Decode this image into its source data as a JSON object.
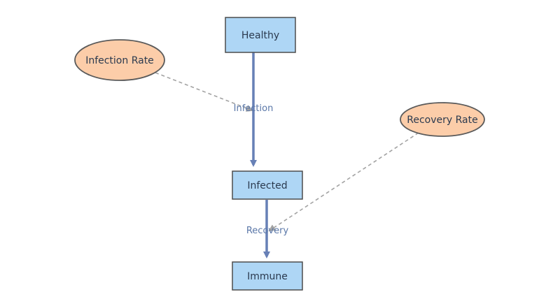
{
  "diagram": {
    "stocks": {
      "healthy": "Healthy",
      "infected": "Infected",
      "immune": "Immune"
    },
    "auxiliaries": {
      "infection_rate": "Infection Rate",
      "recovery_rate": "Recovery Rate"
    },
    "flows": {
      "infection": "Infection",
      "recovery": "Recovery"
    },
    "colors": {
      "stock_fill": "#aed6f5",
      "auxiliary_fill": "#fccda9",
      "flow": "#6780b6",
      "link": "#a3a3a3"
    }
  }
}
